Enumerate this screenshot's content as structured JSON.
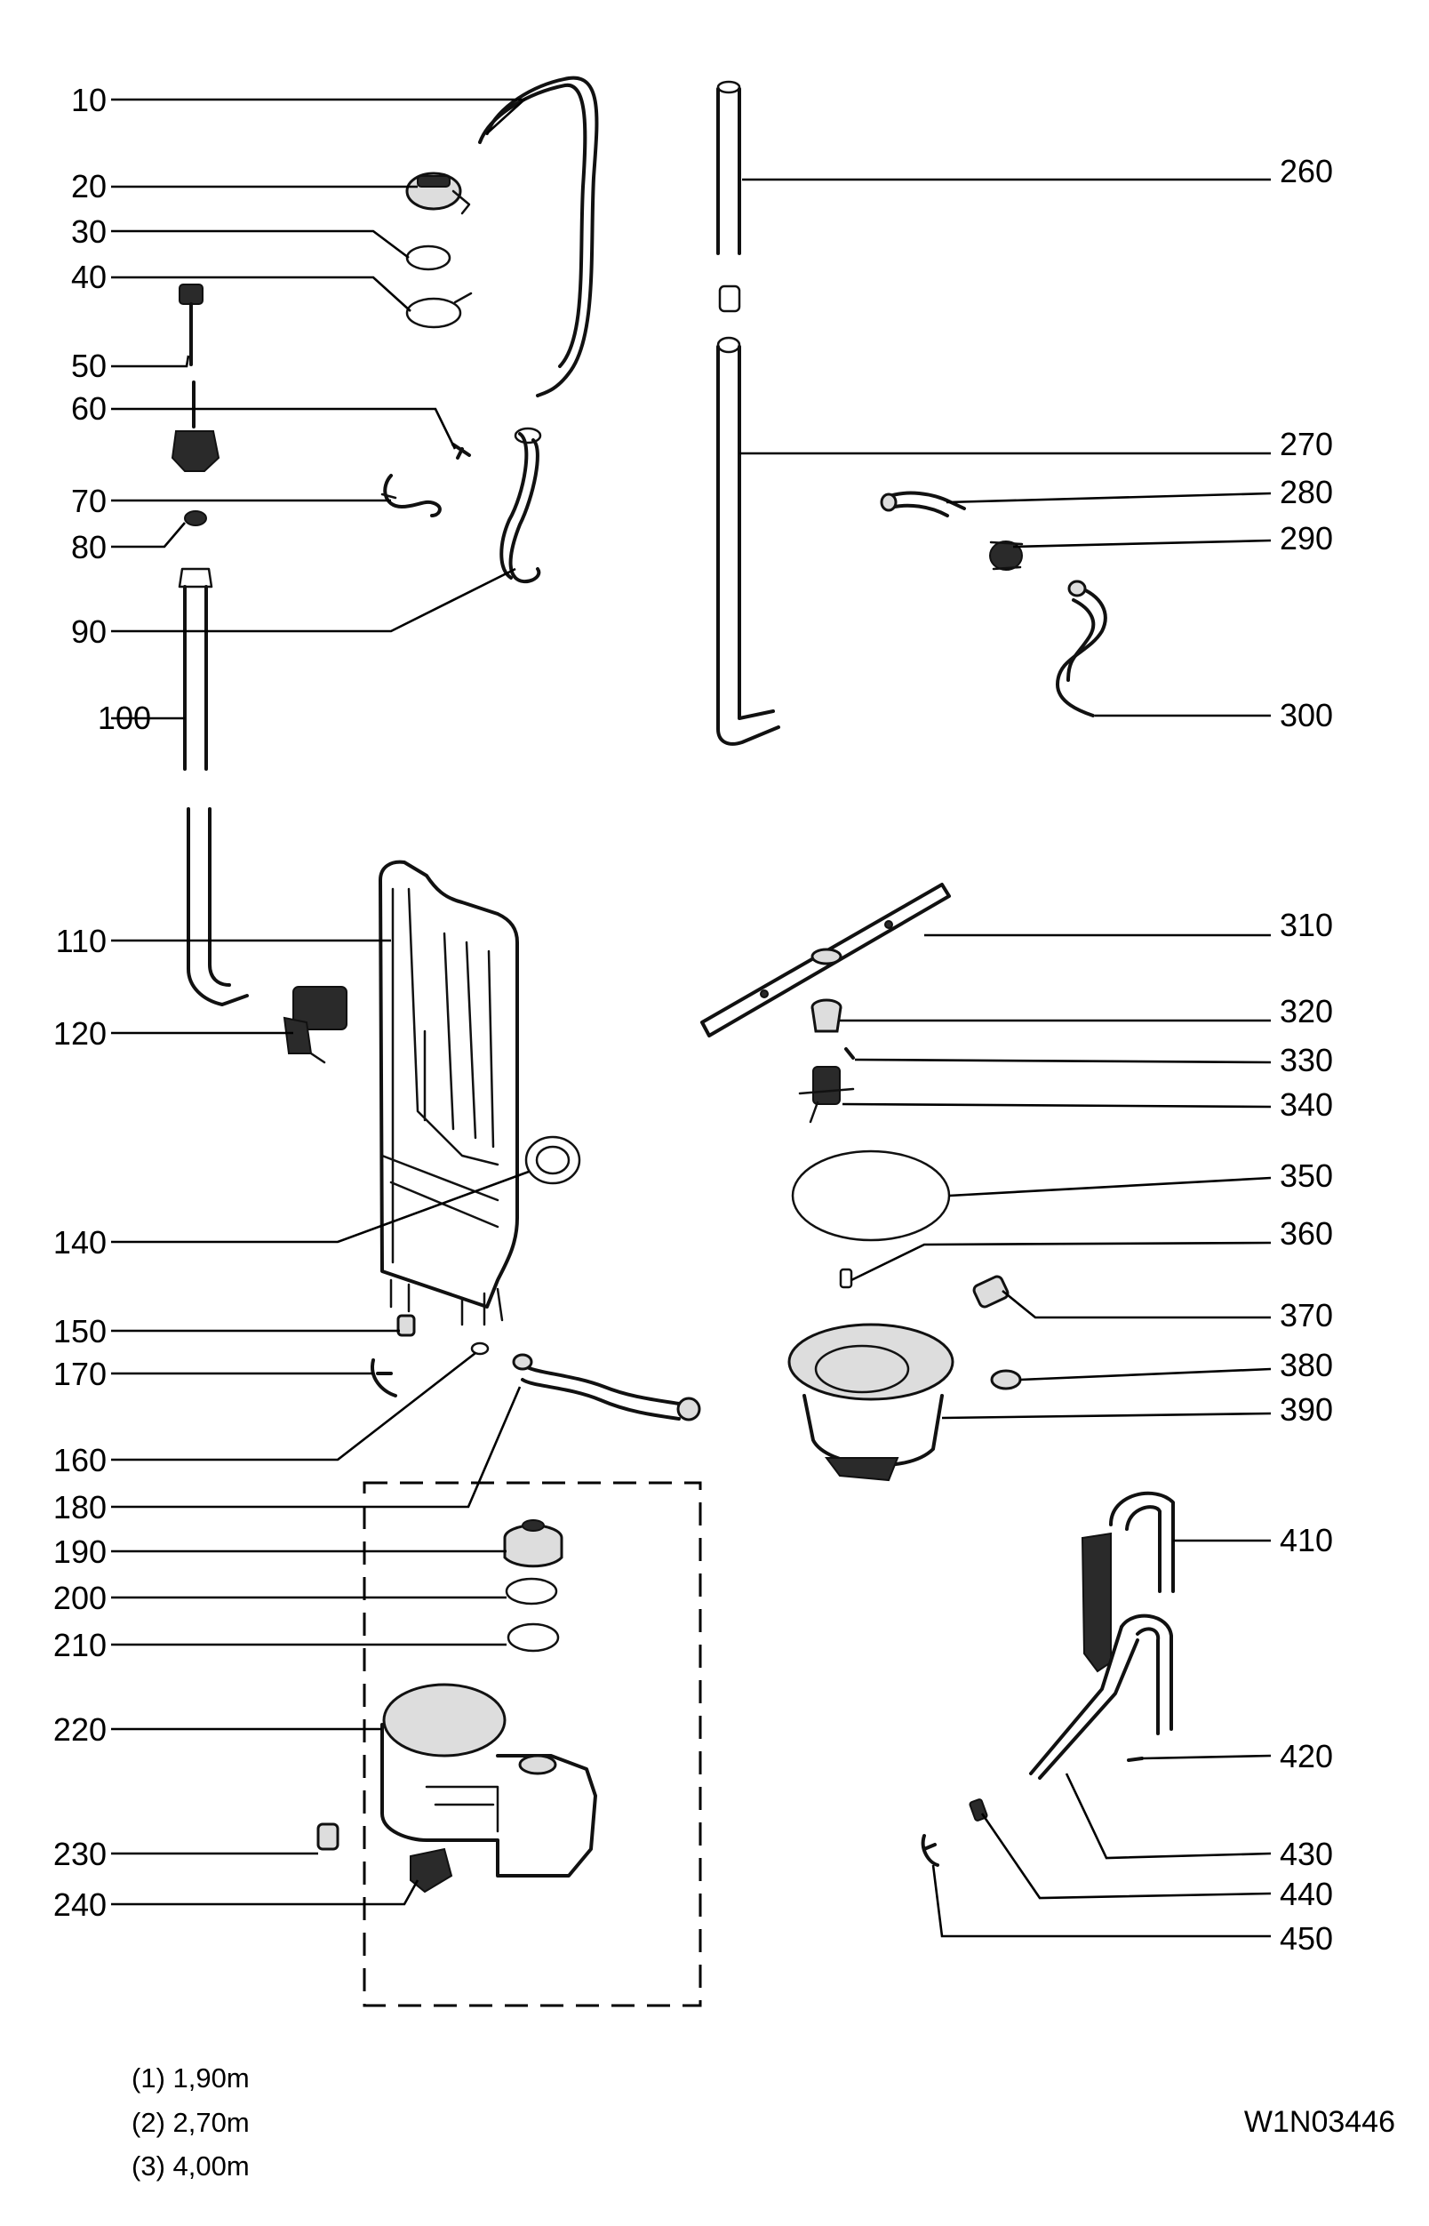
{
  "labels": {
    "p10": "10",
    "p20": "20",
    "p30": "30",
    "p40": "40",
    "p50": "50",
    "p60": "60",
    "p70": "70",
    "p80": "80",
    "p90": "90",
    "p100": "100",
    "p110": "110",
    "p120": "120",
    "p140": "140",
    "p150": "150",
    "p160": "160",
    "p170": "170",
    "p180": "180",
    "p190": "190",
    "p200": "200",
    "p210": "210",
    "p220": "220",
    "p230": "230",
    "p240": "240",
    "p260": "260",
    "p270": "270",
    "p280": "280",
    "p290": "290",
    "p300": "300",
    "p310": "310",
    "p320": "320",
    "p330": "330",
    "p340": "340",
    "p350": "350",
    "p360": "360",
    "p370": "370",
    "p380": "380",
    "p390": "390",
    "p410": "410",
    "p420": "420",
    "p430": "430",
    "p440": "440",
    "p450": "450"
  },
  "notes": [
    "(1) 1,90m",
    "(2) 2,70m",
    "(3) 4,00m"
  ],
  "drawing_code": "W1N03446"
}
